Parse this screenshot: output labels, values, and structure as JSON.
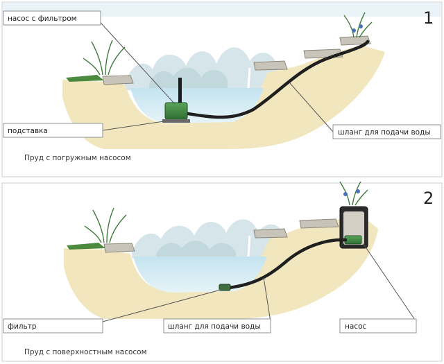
{
  "panels": [
    {
      "number": "1",
      "caption": "Пруд с погружным насосом",
      "labels": {
        "pump_filter": "насос с фильтром",
        "stand": "подставка",
        "hose": "шланг для подачи воды"
      }
    },
    {
      "number": "2",
      "caption": "Пруд с поверхностным насосом",
      "labels": {
        "filter": "фильтр",
        "hose": "шланг для подачи воды",
        "pump": "насос"
      }
    }
  ],
  "colors": {
    "water_top": "#c4e3f0",
    "water_bottom": "#dff1f6",
    "soil": "#f1e6bd",
    "hose": "#1f1f1f",
    "pump": "#3f8a3f"
  }
}
